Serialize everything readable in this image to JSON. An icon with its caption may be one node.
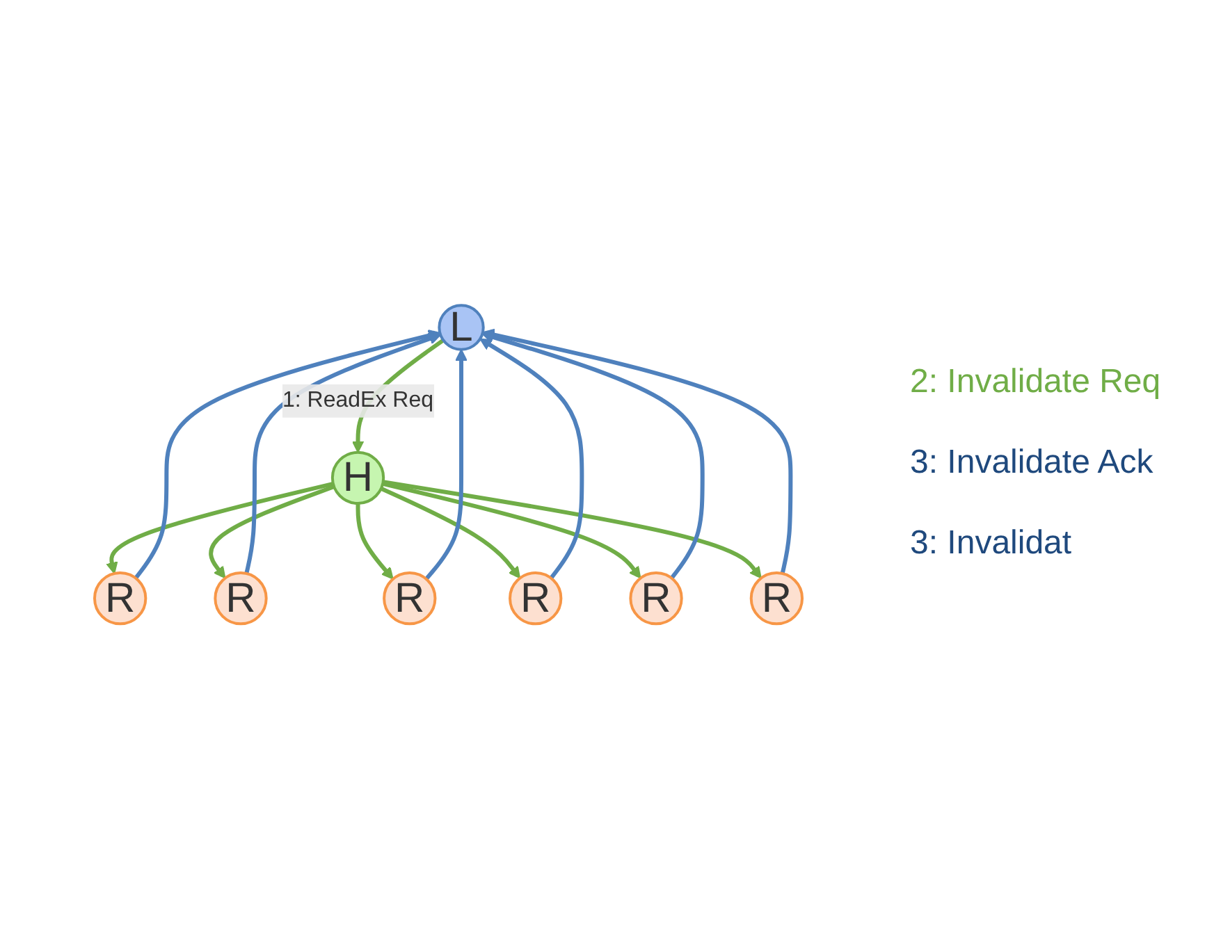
{
  "diagram": {
    "nodes": [
      {
        "text": [
          "L"
        ]
      },
      {
        "text": [
          "H"
        ]
      },
      {
        "text": [
          "R"
        ]
      },
      {
        "text": [
          "R"
        ]
      },
      {
        "text": [
          "R"
        ]
      },
      {
        "text": [
          "R"
        ]
      },
      {
        "text": [
          "R"
        ]
      },
      {
        "text": [
          "R"
        ]
      }
    ],
    "edges": [
      {
        "from": 0,
        "to": 1,
        "arrow": "to",
        "label": "1: ReadEx Req"
      },
      {
        "from": 1,
        "to": 2,
        "arrow": "to"
      },
      {
        "from": 1,
        "to": 3,
        "arrow": "to"
      },
      {
        "from": 1,
        "to": 4,
        "arrow": "to"
      },
      {
        "from": 1,
        "to": 5,
        "arrow": "to"
      },
      {
        "from": 1,
        "to": 6,
        "arrow": "to"
      },
      {
        "from": 1,
        "to": 7,
        "arrow": "to"
      },
      {
        "from": 2,
        "to": 0,
        "arrow": "to",
        "color": "#4f81bd"
      },
      {
        "from": 3,
        "to": 0,
        "arrow": "to",
        "color": "#4f81bd"
      },
      {
        "from": 4,
        "to": 0,
        "arrow": "to",
        "color": "#4f81bd"
      },
      {
        "from": 5,
        "to": 0,
        "arrow": "to",
        "color": "#4f81bd"
      },
      {
        "from": 6,
        "to": 0,
        "arrow": "to",
        "color": "#4f81bd"
      },
      {
        "from": 7,
        "to": 0,
        "arrow": "to",
        "color": "#4f81bd"
      }
    ],
    "labels": [
      "2: Invalidate Req",
      "3: Invalidate Ack",
      "3: Invalidat"
    ]
  }
}
